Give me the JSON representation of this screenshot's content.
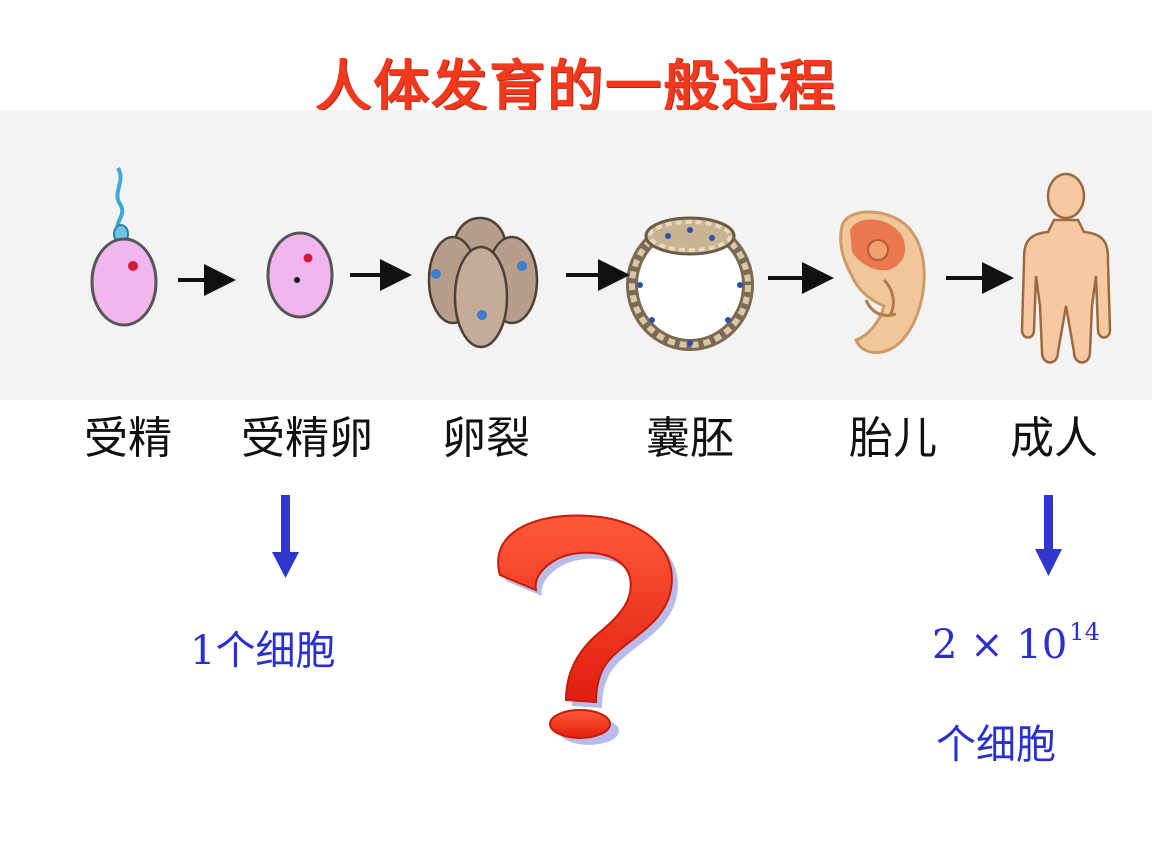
{
  "title": "人体发育的一般过程",
  "stages": [
    {
      "label": "受精",
      "icon": "sperm-egg-icon"
    },
    {
      "label": "受精卵",
      "icon": "zygote-icon"
    },
    {
      "label": "卵裂",
      "icon": "cleavage-icon"
    },
    {
      "label": "囊胚",
      "icon": "blastocyst-icon"
    },
    {
      "label": "胎儿",
      "icon": "fetus-icon"
    },
    {
      "label": "成人",
      "icon": "adult-human-icon"
    }
  ],
  "start_count": "1个细胞",
  "end_count": {
    "base": "2 × 10",
    "exponent": "14",
    "unit": "个细胞"
  },
  "question_mark": "?",
  "colors": {
    "title": "#f2391e",
    "count_text": "#2a2fcf",
    "down_arrow": "#2f37cf",
    "question": "#ef2a1a"
  }
}
